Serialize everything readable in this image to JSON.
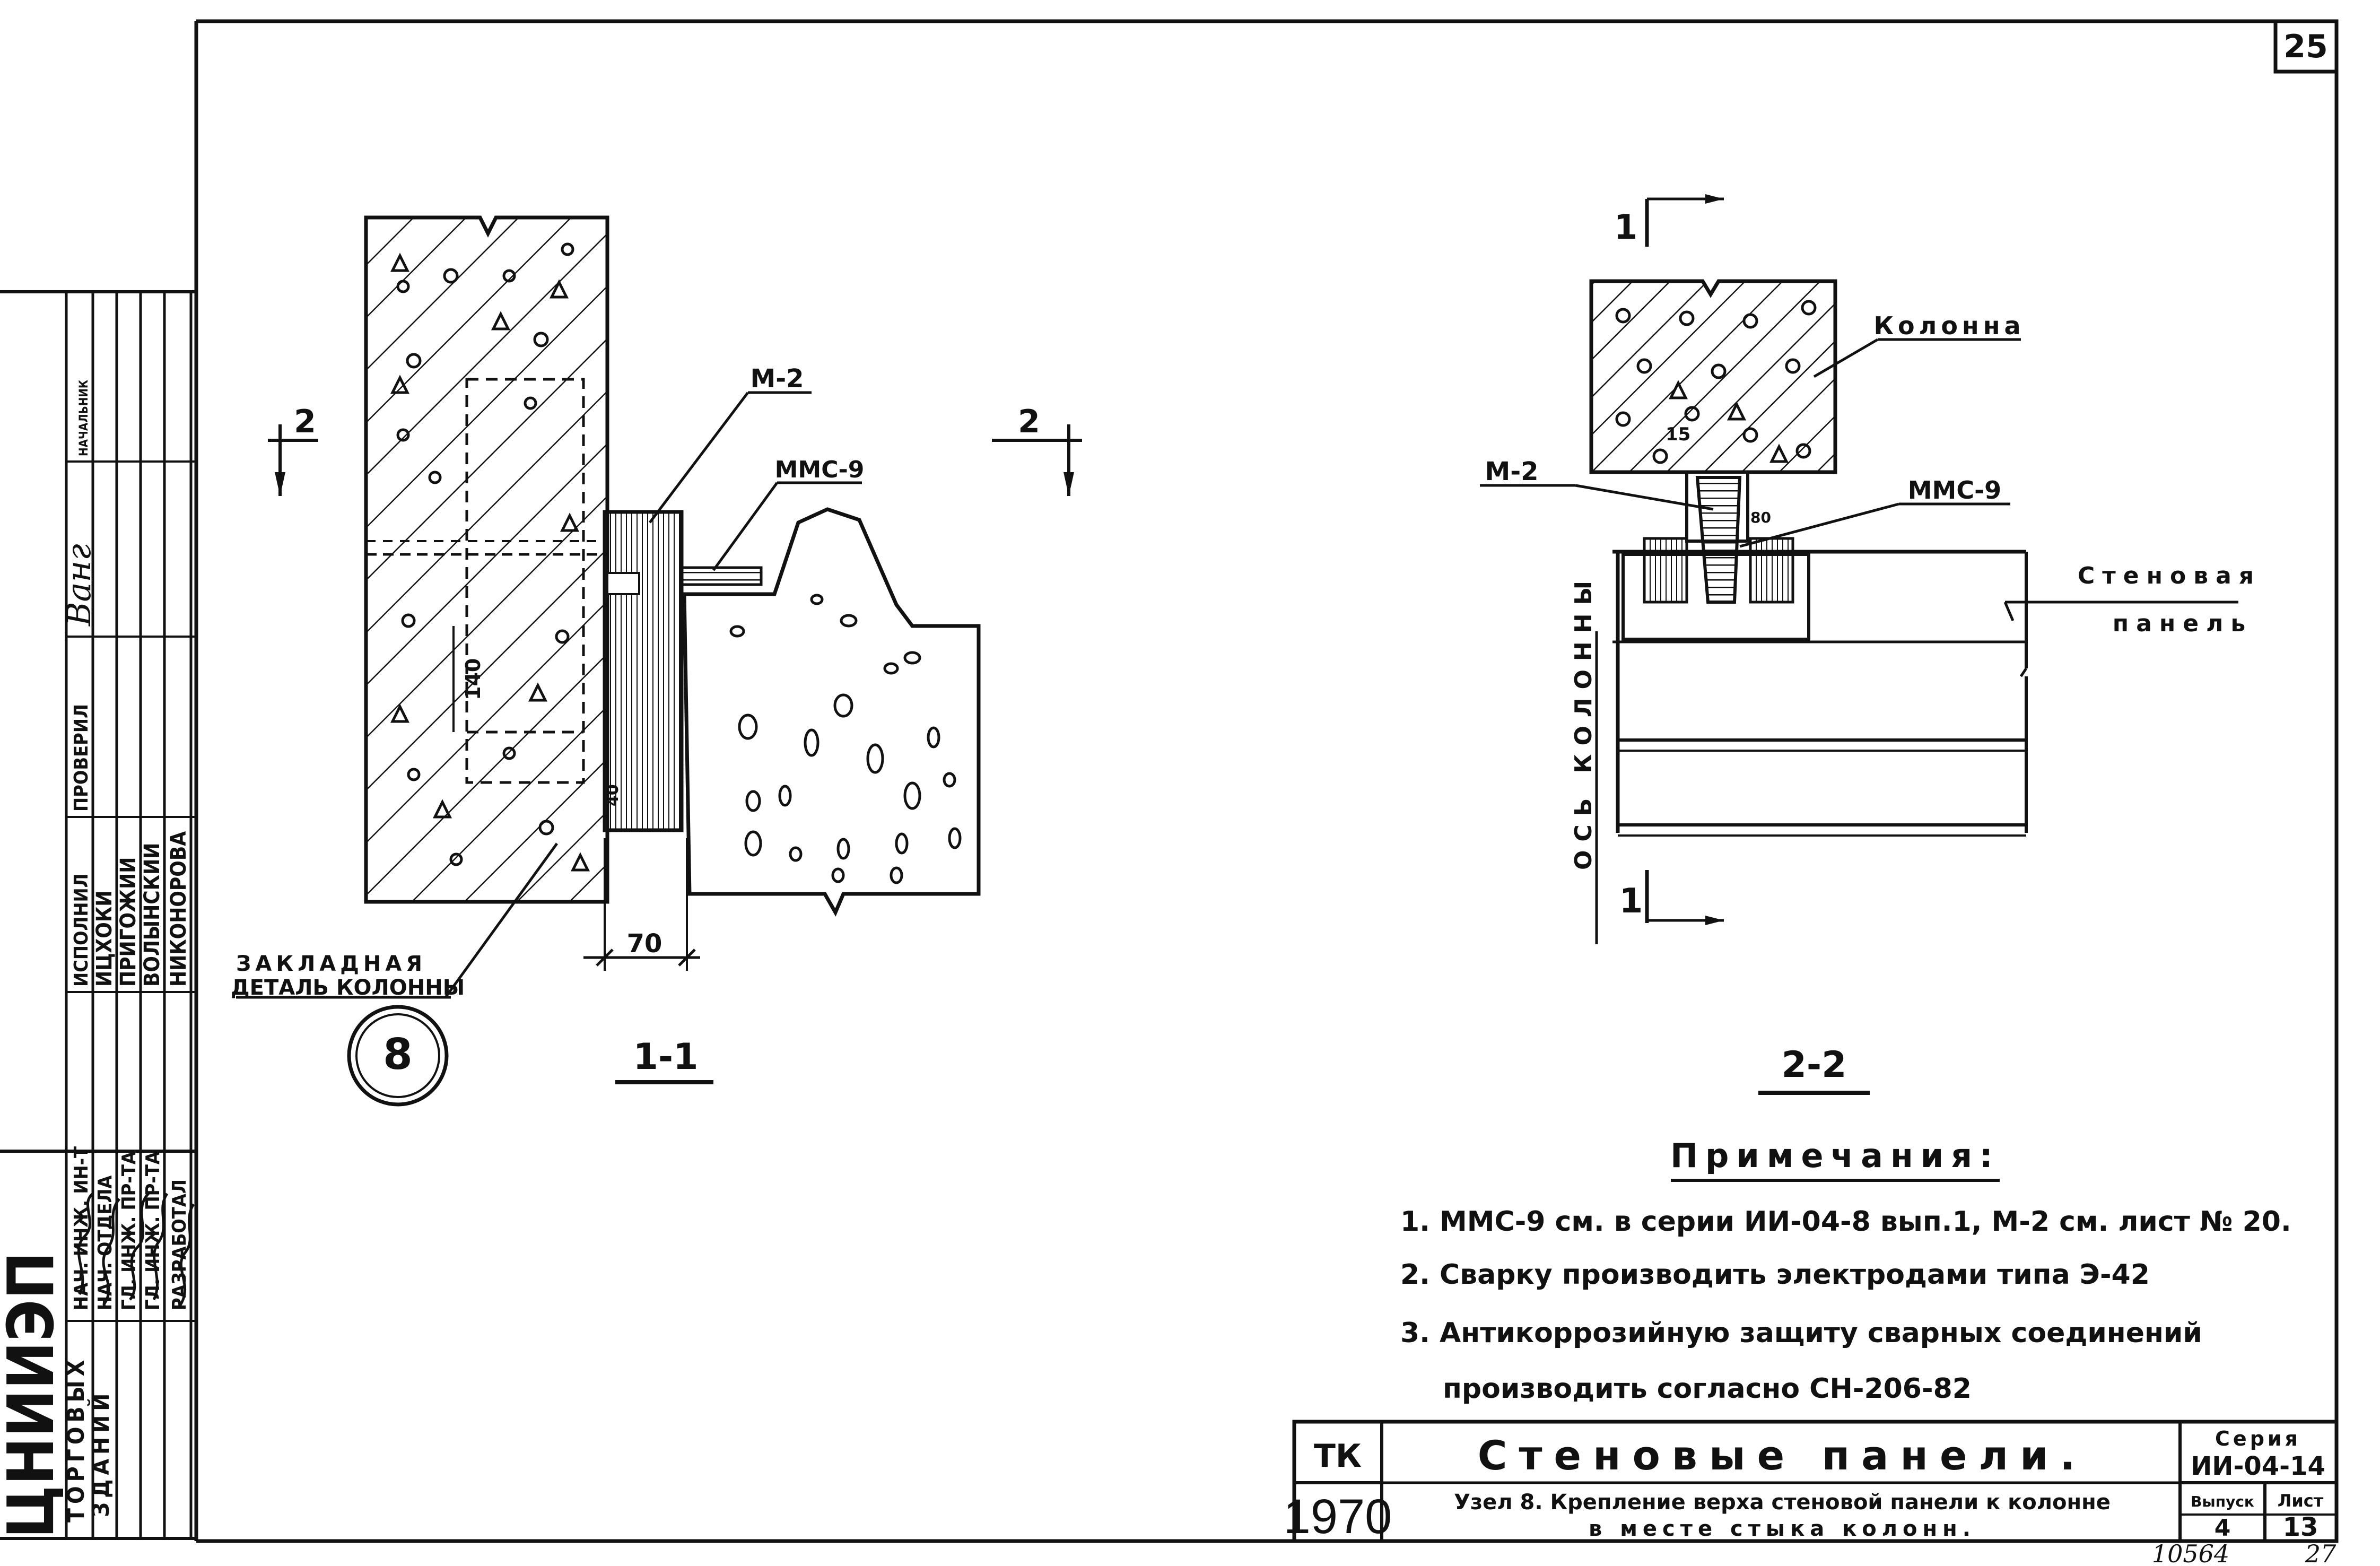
{
  "sheet_number": "25",
  "footer_left_number": "10564",
  "footer_right_number": "27",
  "section_1_1": {
    "title": "1-1",
    "label_m2": "М-2",
    "label_mms9": "ММС-9",
    "section_mark_left": "2",
    "section_mark_right": "2",
    "dim_140": "140",
    "dim_40": "40",
    "dim_70": "70",
    "embedded_label_line1": "ЗАКЛАДНАЯ",
    "embedded_label_line2": "ДЕТАЛЬ КОЛОННЫ",
    "circle_ref": "8"
  },
  "section_2_2": {
    "title": "2-2",
    "section_mark_top": "1",
    "section_mark_bottom": "1",
    "label_column": "Колонна",
    "label_m2": "М-2",
    "label_mms9": "ММС-9",
    "label_panel_line1": "Стеновая",
    "label_panel_line2": "панель",
    "label_axis": "ОСЬ КОЛОННЫ",
    "dim_15": "15",
    "dim_80": "80"
  },
  "notes": {
    "title": "Примечания:",
    "items": [
      "1. ММС-9 см. в серии ИИ-04-8 вып.1, М-2 см. лист № 20.",
      "2. Сварку производить электродами типа Э-42",
      "3. Антикоррозийную защиту сварных соединений",
      "производить согласно СН-206-82"
    ]
  },
  "title_block": {
    "org_code": "ТК",
    "year": "1970",
    "title": "Стеновые панели.",
    "subtitle_line1": "Узел 8. Крепление верха стеновой панели к колонне",
    "subtitle_line2": "в месте стыка колонн.",
    "series_label": "Серия",
    "series_value": "ИИ-04-14",
    "issue_label": "Выпуск",
    "issue_value": "4",
    "sheet_label": "Лист",
    "sheet_value": "13"
  },
  "stamp": {
    "institute": "ЦНИИЭП",
    "institute_sub_line1": "ТОРГОВЫХ",
    "institute_sub_line2": "ЗДАНИЙ",
    "roles": [
      "НАЧ. ИНЖ. ИН-Т",
      "НАЧ. ОТДЕЛА",
      "ГЛ. ИНЖ. ПР-ТА",
      "ГЛ. ИНЖ. ПР-ТА",
      "РАЗРАБОТАЛ"
    ],
    "names": [
      "ИЦХОКИ",
      "ПРИГОЖИЙ",
      "ВОЛЫНСКИЙ",
      "НИКОНОРОВА"
    ],
    "header_executors": "ИСПОЛНИЛ",
    "header_checked": "ПРОВЕРИЛ",
    "header_extra": "НАЧАЛЬНИК",
    "signature_top": "Ванг"
  },
  "colors": {
    "ink": "#111111",
    "paper": "#ffffff"
  }
}
